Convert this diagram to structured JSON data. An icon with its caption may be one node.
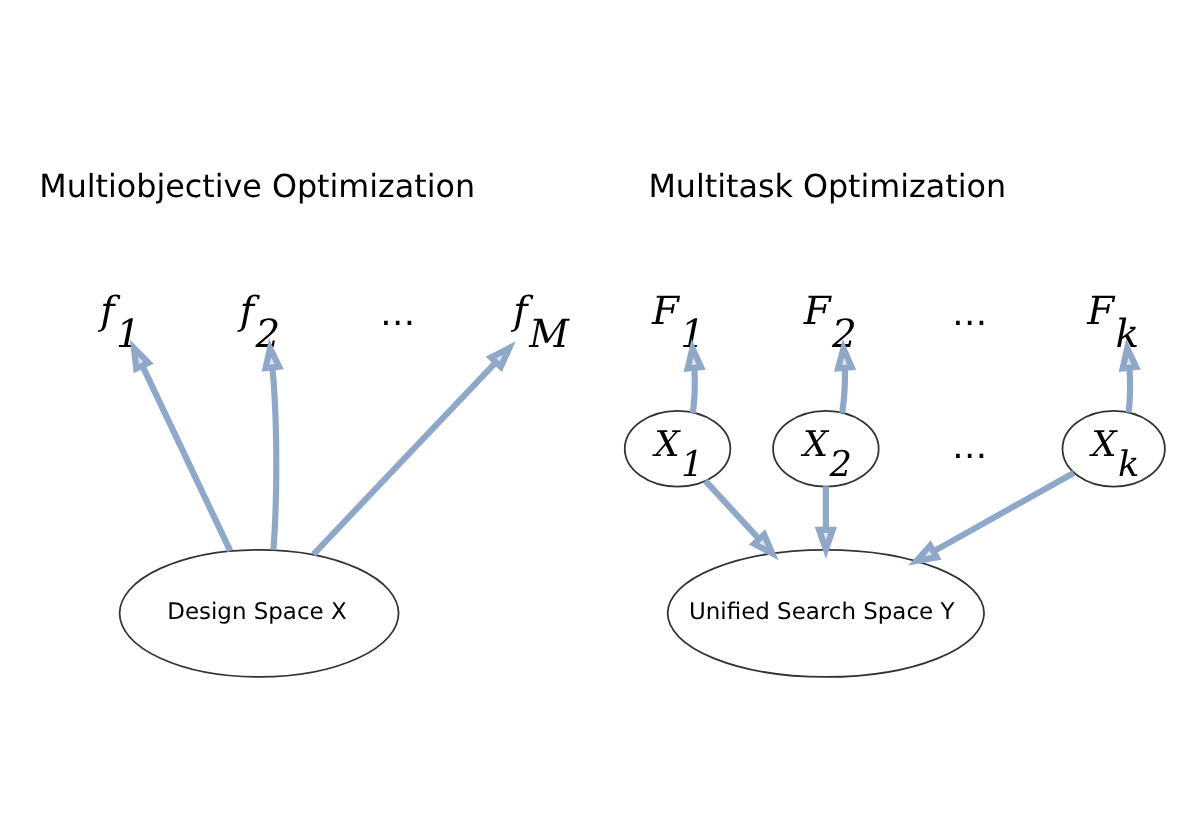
{
  "diagram": {
    "nodes": [
      {
        "text": [
          "f$_{1}$"
        ]
      },
      {
        "text": [
          "f$_{2}$"
        ]
      },
      {
        "text": [
          "f$_{M}$"
        ]
      },
      {
        "text": [
          "Design Space X"
        ]
      },
      {
        "text": [
          "F$_{1}$"
        ]
      },
      {
        "text": [
          "F$_{2}$"
        ]
      },
      {
        "text": [
          "F$_{k}$"
        ]
      },
      {
        "text": [
          "X$_{1}$"
        ]
      },
      {
        "text": [
          "X$_{2}$"
        ]
      },
      {
        "text": [
          "X$_{k}$"
        ]
      },
      {
        "text": [
          "Unified Search Space Y"
        ]
      }
    ],
    "edges": [
      {
        "from": 3,
        "to": 0,
        "arrow": "to"
      },
      {
        "from": 3,
        "to": 1,
        "arrow": "to"
      },
      {
        "from": 3,
        "to": 2,
        "arrow": "to"
      },
      {
        "from": 7,
        "to": 4,
        "arrow": "to"
      },
      {
        "from": 8,
        "to": 5,
        "arrow": "to"
      },
      {
        "from": 9,
        "to": 6,
        "arrow": "to"
      },
      {
        "from": 7,
        "to": 10,
        "arrow": "to"
      },
      {
        "from": 8,
        "to": 10,
        "arrow": "to"
      },
      {
        "from": 9,
        "to": 10,
        "arrow": "to"
      }
    ],
    "labels": [
      "Multiobjective Optimization",
      "Multitask Optimization",
      "…",
      "…",
      "…"
    ]
  }
}
